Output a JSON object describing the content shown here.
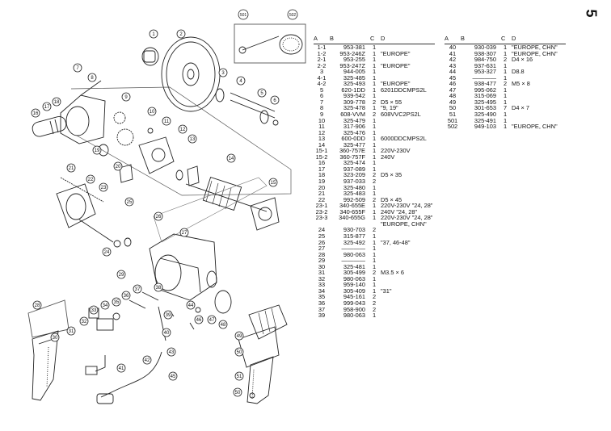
{
  "page_number": "5",
  "table_headers": [
    "A",
    "B",
    "C",
    "D"
  ],
  "parts_left": [
    [
      "1-1",
      "953-381",
      "1",
      ""
    ],
    [
      "1-2",
      "953-246Z",
      "1",
      "\"EUROPE\""
    ],
    [
      "2-1",
      "953-255",
      "1",
      ""
    ],
    [
      "2-2",
      "953-247Z",
      "1",
      "\"EUROPE\""
    ],
    [
      "3",
      "944-005",
      "1",
      ""
    ],
    [
      "4-1",
      "325-485",
      "1",
      ""
    ],
    [
      "4-2",
      "325-493",
      "1",
      "\"EUROPE\""
    ],
    [
      "5",
      "620-1DD",
      "1",
      "6201DDCMPS2L"
    ],
    [
      "6",
      "939-542",
      "1",
      ""
    ],
    [
      "7",
      "309-778",
      "2",
      "D5 × 55"
    ],
    [
      "8",
      "325-478",
      "1",
      "\"9, 19\""
    ],
    [
      "9",
      "608-VVM",
      "2",
      "608VVC2PS2L"
    ],
    [
      "10",
      "325-479",
      "1",
      ""
    ],
    [
      "11",
      "317-906",
      "1",
      ""
    ],
    [
      "12",
      "325-476",
      "1",
      ""
    ],
    [
      "13",
      "600-0DD",
      "1",
      "6000DDCMPS2L"
    ],
    [
      "14",
      "325-477",
      "1",
      ""
    ],
    [
      "15-1",
      "360-757E",
      "1",
      "220V-230V"
    ],
    [
      "15-2",
      "360-757F",
      "1",
      "240V"
    ],
    [
      "16",
      "325-474",
      "1",
      ""
    ],
    [
      "17",
      "937-089",
      "1",
      ""
    ],
    [
      "18",
      "323-209",
      "2",
      "D5 × 35"
    ],
    [
      "19",
      "937-033",
      "2",
      ""
    ],
    [
      "20",
      "325-480",
      "1",
      ""
    ],
    [
      "21",
      "325-483",
      "1",
      ""
    ],
    [
      "22",
      "992-509",
      "2",
      "D5 × 45"
    ],
    [
      "23-1",
      "340-655E",
      "1",
      "220V-230V \"24, 28\""
    ],
    [
      "23-2",
      "340-655F",
      "1",
      "240V \"24, 28\""
    ],
    [
      "23-3",
      "340-655G",
      "1",
      "220V-230V \"24, 28\""
    ],
    [
      "",
      "",
      "",
      "\"EUROPE, CHN\""
    ],
    [
      "24",
      "930-703",
      "2",
      ""
    ],
    [
      "25",
      "315-877",
      "1",
      ""
    ],
    [
      "26",
      "325-492",
      "1",
      "\"37, 46-48\""
    ],
    [
      "27",
      "————",
      "1",
      ""
    ],
    [
      "28",
      "980-063",
      "1",
      ""
    ],
    [
      "29",
      "————",
      "1",
      ""
    ],
    [
      "30",
      "325-481",
      "1",
      ""
    ],
    [
      "31",
      "305-499",
      "2",
      "M3.5 × 6"
    ],
    [
      "32",
      "980-063",
      "1",
      ""
    ],
    [
      "33",
      "959-140",
      "1",
      ""
    ],
    [
      "34",
      "305-409",
      "1",
      "\"31\""
    ],
    [
      "35",
      "945-161",
      "2",
      ""
    ],
    [
      "36",
      "999-043",
      "2",
      ""
    ],
    [
      "37",
      "958-900",
      "2",
      ""
    ],
    [
      "39",
      "980-063",
      "1",
      ""
    ]
  ],
  "parts_right": [
    [
      "40",
      "930-039",
      "1",
      "\"EUROPE, CHN\""
    ],
    [
      "41",
      "938-307",
      "1",
      "\"EUROPE, CHN\""
    ],
    [
      "42",
      "984-750",
      "2",
      "D4 × 16"
    ],
    [
      "43",
      "937-631",
      "1",
      ""
    ],
    [
      "44",
      "953-327",
      "1",
      "D8.8"
    ],
    [
      "45",
      "————",
      "1",
      ""
    ],
    [
      "46",
      "938-477",
      "2",
      "M5 × 8"
    ],
    [
      "47",
      "995-062",
      "1",
      ""
    ],
    [
      "48",
      "315-069",
      "1",
      ""
    ],
    [
      "49",
      "325-495",
      "1",
      ""
    ],
    [
      "50",
      "301-653",
      "7",
      "D4 × 7"
    ],
    [
      "51",
      "325-490",
      "1",
      ""
    ],
    [
      "501",
      "325-491",
      "1",
      ""
    ],
    [
      "502",
      "949-103",
      "1",
      "\"EUROPE, CHN\""
    ]
  ],
  "callouts": [
    "1",
    "2",
    "3",
    "4",
    "5",
    "6",
    "7",
    "8",
    "9",
    "10",
    "11",
    "12",
    "13",
    "14",
    "15",
    "16",
    "17",
    "18",
    "19",
    "20",
    "21",
    "22",
    "23",
    "24",
    "25",
    "26",
    "27",
    "28",
    "29",
    "30",
    "31",
    "32",
    "33",
    "34",
    "35",
    "36",
    "37",
    "38",
    "39",
    "40",
    "41",
    "42",
    "43",
    "44",
    "45",
    "46",
    "47",
    "48",
    "49",
    "50",
    "51",
    "501",
    "502"
  ]
}
